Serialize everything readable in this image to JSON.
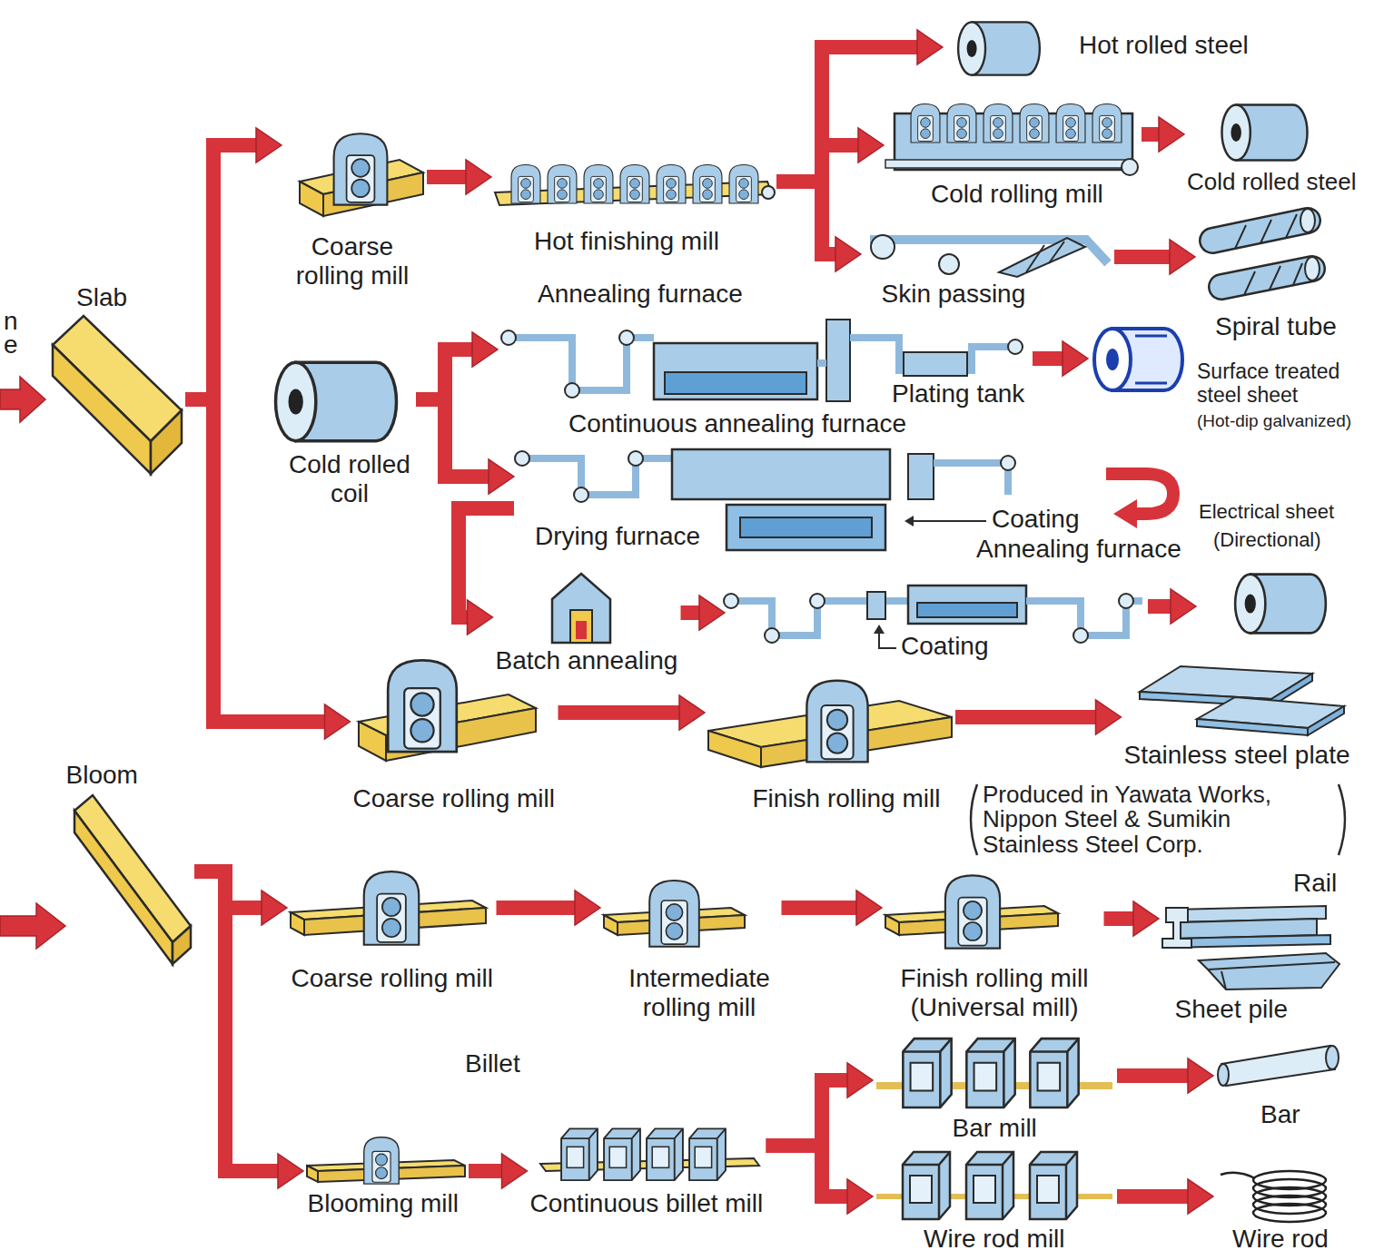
{
  "diagram": {
    "nodes": [
      {
        "text": [
          "Slab"
        ]
      },
      {
        "text": [
          "Coarse rolling mill"
        ]
      },
      {
        "text": [
          "Hot finishing mill"
        ]
      },
      {
        "text": [
          "Hot rolled steel"
        ]
      },
      {
        "text": [
          "Cold rolling mill"
        ]
      },
      {
        "text": [
          "Cold rolled steel"
        ]
      },
      {
        "text": [
          "Skin passing"
        ]
      },
      {
        "text": [
          "Spiral tube"
        ]
      },
      {
        "text": [
          "Cold rolled coil"
        ]
      },
      {
        "text": [
          "Annealing furnace",
          "Plating tank",
          "Continuous annealing furnace"
        ]
      },
      {
        "text": [
          "Surface treated steel sheet",
          "(Hot-dip galvanized)"
        ]
      },
      {
        "text": [
          "Drying furnace",
          "Coating",
          "Annealing furnace"
        ]
      },
      {
        "text": [
          "Batch annealing"
        ]
      },
      {
        "text": [
          "Coating"
        ]
      },
      {
        "text": [
          "Electrical sheet",
          "(Directional)"
        ]
      },
      {
        "text": [
          "Coarse rolling mill"
        ]
      },
      {
        "text": [
          "Finish rolling mill"
        ]
      },
      {
        "text": [
          "Stainless steel plate"
        ]
      },
      {
        "text": [
          "Bloom"
        ]
      },
      {
        "text": [
          "Coarse rolling mill"
        ]
      },
      {
        "text": [
          "Intermediate rolling mill"
        ]
      },
      {
        "text": [
          "Finish rolling mill (Universal mill)"
        ]
      },
      {
        "text": [
          "Rail",
          "Sheet pile"
        ]
      },
      {
        "text": [
          "Blooming mill"
        ]
      },
      {
        "text": [
          "Continuous billet mill"
        ]
      },
      {
        "text": [
          "Bar mill"
        ]
      },
      {
        "text": [
          "Bar"
        ]
      },
      {
        "text": [
          "Wire rod mill"
        ]
      },
      {
        "text": [
          "Wire rod"
        ]
      }
    ],
    "edges": [
      {
        "from": 0,
        "to": 1,
        "arrow": "to"
      },
      {
        "from": 0,
        "to": 15,
        "arrow": "to"
      },
      {
        "from": 1,
        "to": 2,
        "arrow": "to"
      },
      {
        "from": 2,
        "to": 3,
        "arrow": "to"
      },
      {
        "from": 2,
        "to": 4,
        "arrow": "to"
      },
      {
        "from": 2,
        "to": 6,
        "arrow": "to"
      },
      {
        "from": 4,
        "to": 5,
        "arrow": "to"
      },
      {
        "from": 6,
        "to": 7,
        "arrow": "to"
      },
      {
        "from": 8,
        "to": 9,
        "arrow": "to"
      },
      {
        "from": 8,
        "to": 11,
        "arrow": "to"
      },
      {
        "from": 9,
        "to": 10,
        "arrow": "to"
      },
      {
        "from": 11,
        "to": 12,
        "arrow": "to"
      },
      {
        "from": 12,
        "to": 13,
        "arrow": "to"
      },
      {
        "from": 13,
        "to": 14,
        "arrow": "to"
      },
      {
        "from": 15,
        "to": 16,
        "arrow": "to"
      },
      {
        "from": 16,
        "to": 17,
        "arrow": "to"
      },
      {
        "from": 18,
        "to": 19,
        "arrow": "to"
      },
      {
        "from": 18,
        "to": 23,
        "arrow": "to"
      },
      {
        "from": 19,
        "to": 20,
        "arrow": "to"
      },
      {
        "from": 20,
        "to": 21,
        "arrow": "to"
      },
      {
        "from": 21,
        "to": 22,
        "arrow": "to"
      },
      {
        "from": 23,
        "to": 24,
        "arrow": "to"
      },
      {
        "from": 24,
        "to": 25,
        "arrow": "to"
      },
      {
        "from": 24,
        "to": 27,
        "arrow": "to"
      },
      {
        "from": 25,
        "to": 26,
        "arrow": "to"
      },
      {
        "from": 27,
        "to": 28,
        "arrow": "to"
      }
    ],
    "labels": [
      "n",
      "e",
      "Billet",
      "Produced in Yawata Works, Nippon Steel & Sumikin Stainless Steel Corp."
    ]
  }
}
